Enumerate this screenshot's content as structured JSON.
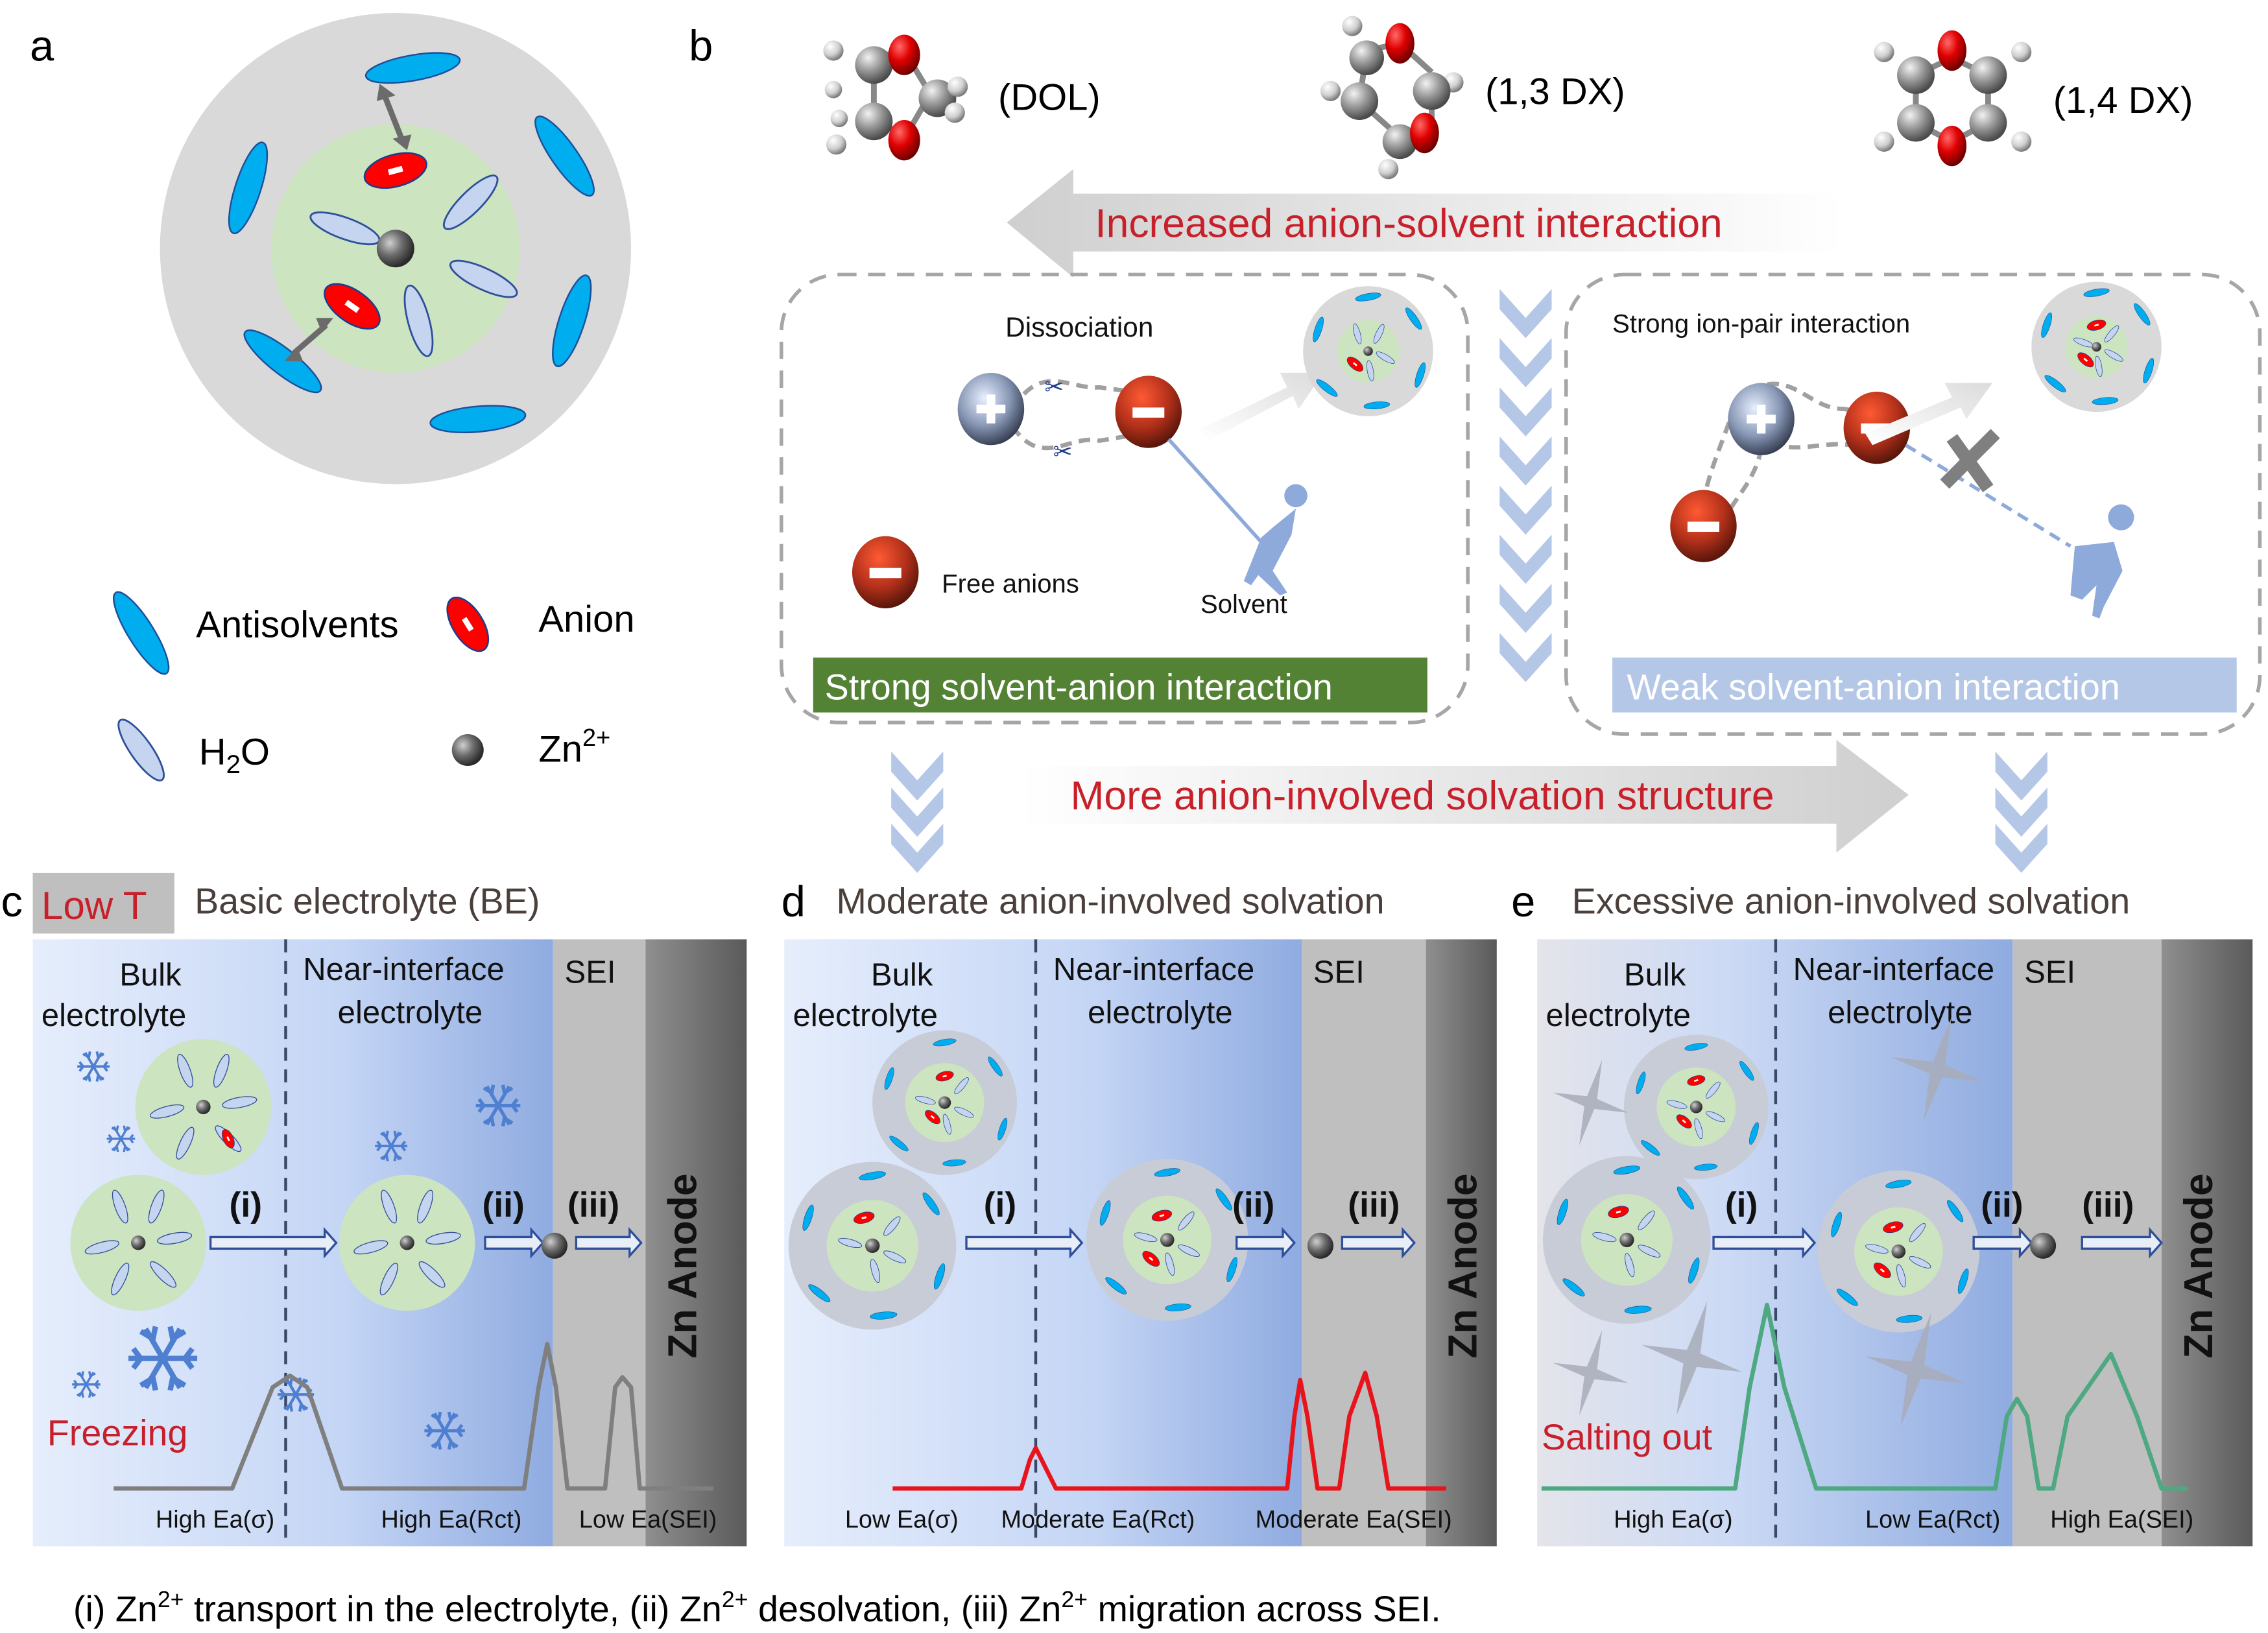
{
  "panels": {
    "a": {
      "letter": "a",
      "legend": {
        "antisolvents": "Antisolvents",
        "anion": "Anion",
        "h2o_base": "H",
        "h2o_sub": "2",
        "h2o_tail": "O",
        "zn_base": "Zn",
        "zn_sup": "2+"
      }
    },
    "b": {
      "letter": "b",
      "molecules": [
        "(DOL)",
        "(1,3 DX)",
        "(1,4 DX)"
      ],
      "top_arrow": "Increased anion-solvent interaction",
      "left_box": {
        "dissociation": "Dissociation",
        "free_anions": "Free anions",
        "solvent": "Solvent",
        "banner": "Strong solvent-anion interaction"
      },
      "right_box": {
        "ion_pair": "Strong ion-pair interaction",
        "banner": "Weak solvent-anion interaction"
      },
      "bottom_arrow": "More anion-involved solvation structure"
    },
    "c": {
      "letter": "c",
      "tag": "Low T",
      "title": "Basic electrolyte (BE)",
      "effect": "Freezing",
      "ea_labels": [
        "High Ea(σ)",
        "High Ea(Rct)",
        "Low Ea(SEI)"
      ]
    },
    "d": {
      "letter": "d",
      "title": "Moderate anion-involved solvation",
      "ea_labels": [
        "Low Ea(σ)",
        "Moderate Ea(Rct)",
        "Moderate Ea(SEI)"
      ]
    },
    "e": {
      "letter": "e",
      "title": "Excessive anion-involved solvation",
      "effect": "Salting out",
      "ea_labels": [
        "High Ea(σ)",
        "Low Ea(Rct)",
        "High Ea(SEI)"
      ]
    }
  },
  "zones": {
    "bulk1": "Bulk",
    "bulk2": "electrolyte",
    "near1": "Near-interface",
    "near2": "electrolyte",
    "sei": "SEI",
    "anode": "Zn Anode",
    "steps": [
      "(i)",
      "(ii)",
      "(iii)"
    ]
  },
  "energy_profiles": {
    "c": {
      "barrier_i": "high",
      "barrier_ii": "high",
      "barrier_iii": "low",
      "color": "#7f7f7f"
    },
    "d": {
      "barrier_i": "low",
      "barrier_ii": "moderate",
      "barrier_iii": "moderate",
      "color": "#e8141c"
    },
    "e": {
      "barrier_i": "high",
      "barrier_ii": "low",
      "barrier_iii": "high",
      "color": "#4ea882"
    }
  },
  "caption": {
    "p1": "(i) Zn",
    "s1": "2+",
    "p2": " transport in the electrolyte, (ii) Zn",
    "s2": "2+",
    "p3": " desolvation, (iii) Zn",
    "s3": "2+",
    "p4": " migration across SEI."
  },
  "colors": {
    "antisolvent": "#00aeef",
    "anion": "#ff0000",
    "water": "#c5d5f0",
    "solvation_core": "#cde5c0",
    "shell": "#d9d9d9",
    "accent_red": "#c8202b",
    "strong_green": "#548235",
    "weak_blue": "#b4c7e7"
  }
}
